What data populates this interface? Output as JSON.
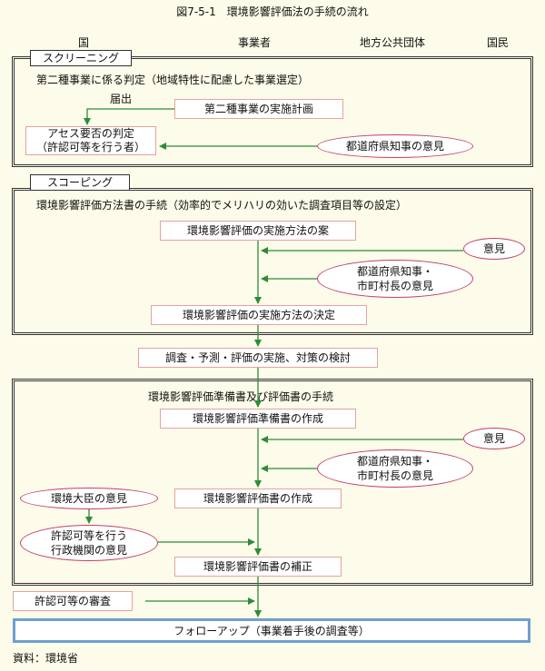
{
  "title": "図7-5-1　環境影響評価法の手続の流れ",
  "columns": [
    "国",
    "事業者",
    "地方公共団体",
    "国民"
  ],
  "screening": {
    "tag": "スクリーニング",
    "heading": "第二種事業に係る判定（地域特性に配慮した事業選定）",
    "notice": "届出",
    "plan": "第二種事業の実施計画",
    "judgement_line1": "アセス要否の判定",
    "judgement_line2": "（許認可等を行う者）",
    "governor": "都道府県知事の意見"
  },
  "scoping": {
    "tag": "スコーピング",
    "heading": "環境影響評価方法書の手続（効率的でメリハリの効いた調査項目等の設定）",
    "draft": "環境影響評価の実施方法の案",
    "opinion": "意見",
    "gov_line1": "都道府県知事・",
    "gov_line2": "市町村長の意見",
    "decision": "環境影響評価の実施方法の決定"
  },
  "survey": "調査・予測・評価の実施、対策の検討",
  "eis": {
    "heading": "環境影響評価準備書及び評価書の手続",
    "prep": "環境影響評価準備書の作成",
    "opinion": "意見",
    "gov_line1": "都道府県知事・",
    "gov_line2": "市町村長の意見",
    "minister": "環境大臣の意見",
    "create": "環境影響評価書の作成",
    "auth_line1": "許認可等を行う",
    "auth_line2": "行政機関の意見",
    "revise": "環境影響評価書の補正"
  },
  "review": "許認可等の審査",
  "followup": "フォローアップ（事業着手後の調査等）",
  "source": "資料：環境省",
  "colors": {
    "arrow": "#2e8b3a",
    "oval_border": "#c0406a",
    "box_border": "#e5a3a3",
    "final_border": "#6ea0cf"
  }
}
